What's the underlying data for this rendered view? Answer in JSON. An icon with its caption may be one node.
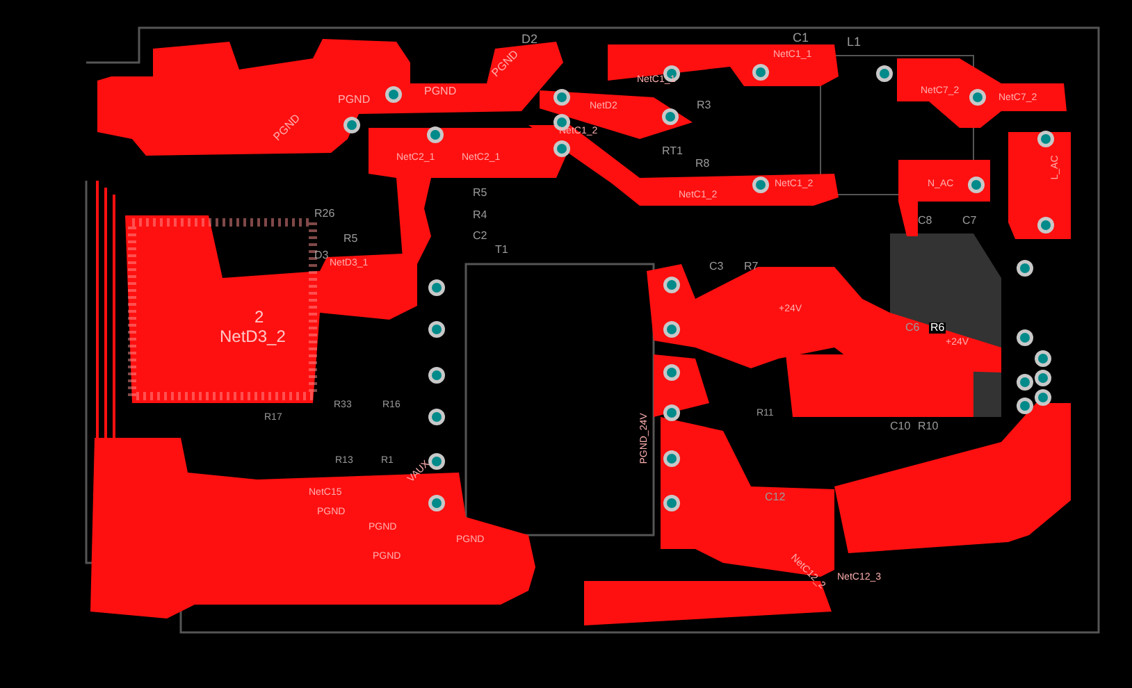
{
  "diagram": {
    "labels": [
      "D2",
      "C1",
      "L1",
      "PGND",
      "PGND",
      "PGND",
      "PGND",
      "NetC1_1",
      "NetC1_1",
      "NetD2",
      "NetC1_2",
      "NetC1_2",
      "NetC1_2",
      "NetC7_2",
      "NetC7_2",
      "R3",
      "RT1",
      "R8",
      "N_AC",
      "L_AC",
      "NetC2_1",
      "NetC2_1",
      "R5",
      "R4",
      "C2",
      "R26",
      "R5",
      "D3",
      "NetD3_1",
      "T1",
      "C8",
      "C7",
      "2",
      "NetD3_2",
      "C3",
      "R7",
      "+24V",
      "+24V",
      "C6",
      "R6",
      "C10",
      "R10",
      "PGND_24V",
      "R17",
      "R33",
      "R16",
      "R13",
      "R1",
      "R11",
      "NetC15",
      "PGND",
      "VAUX",
      "C12",
      "NetC12_2",
      "NetC12_3",
      "PGND",
      "PGND",
      "PGND"
    ]
  }
}
